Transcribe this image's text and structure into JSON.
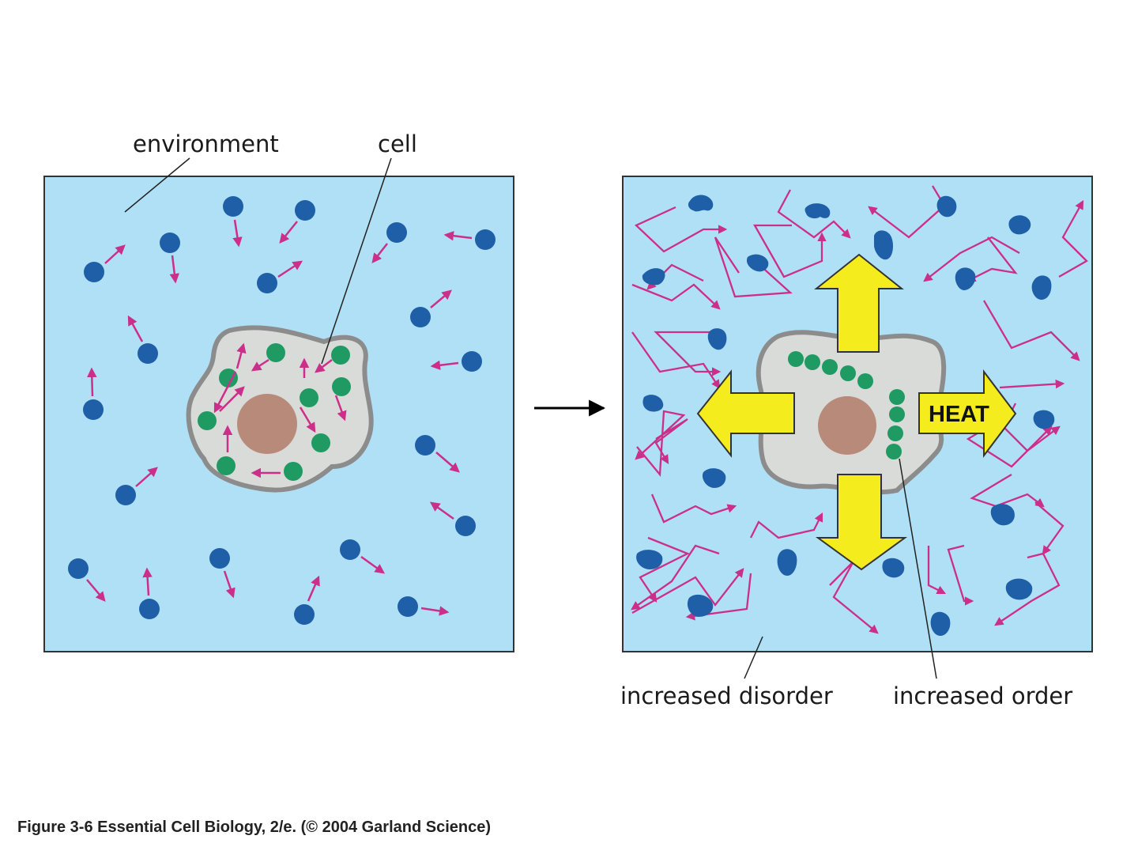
{
  "labels": {
    "environment": "environment",
    "cell": "cell",
    "heat": "HEAT",
    "increased_disorder": "increased disorder",
    "increased_order": "increased order"
  },
  "caption": "Figure 3-6  Essential Cell Biology, 2/e. (© 2004 Garland Science)",
  "colors": {
    "environment_fill": "#b0e0f6",
    "molecule_blue": "#1e5fa8",
    "motion_arrow": "#cc2f8a",
    "cell_fill": "#d9dbd9",
    "cell_border": "#8c8c8c",
    "nucleus": "#b88a7a",
    "ordered_molecule_green": "#1f9a62",
    "heat_arrow_fill": "#f5ec1d"
  },
  "icons": [
    "reaction-arrow-icon",
    "heat-arrow-icon"
  ]
}
